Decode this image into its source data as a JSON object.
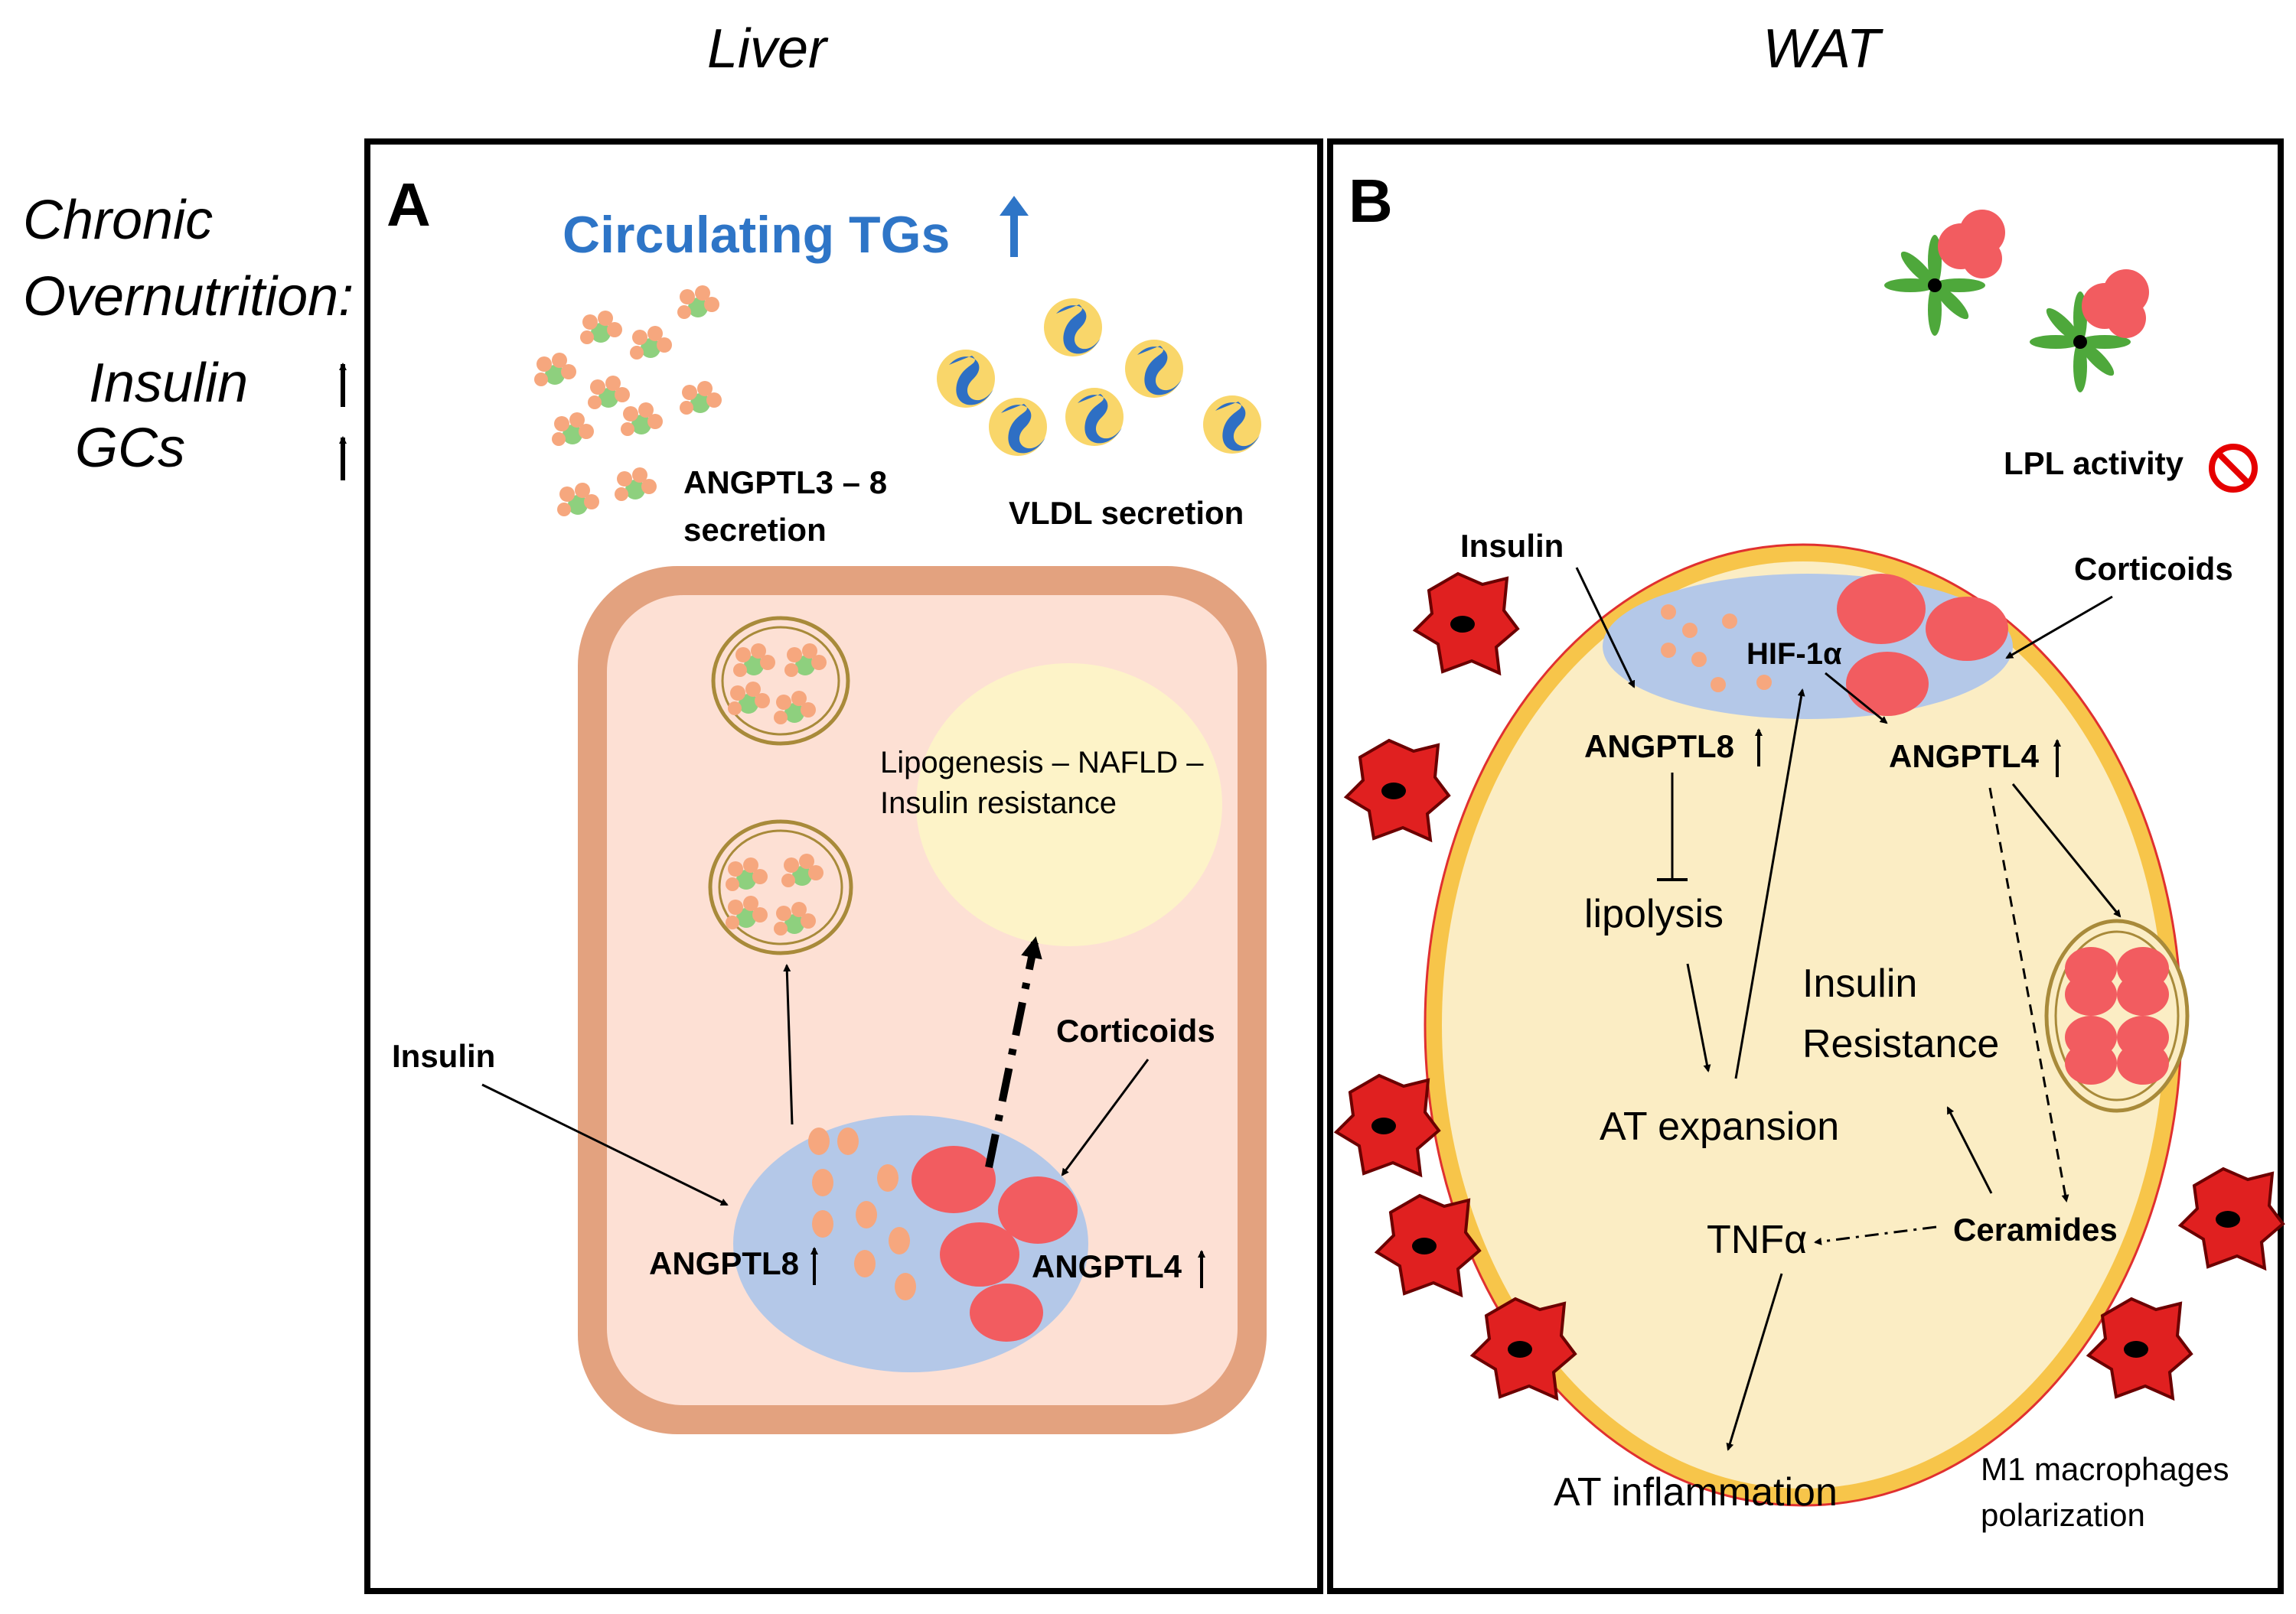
{
  "columns": {
    "liver": "Liver",
    "wat": "WAT"
  },
  "side": {
    "condition_line1": "Chronic",
    "condition_line2": "Overnutrition:",
    "insulin": "Insulin",
    "gcs": "GCs"
  },
  "panel_a": {
    "letter": "A",
    "circulating": "Circulating TGs",
    "angptl38_line1": "ANGPTL3 – 8",
    "angptl38_line2": "secretion",
    "vldl": "VLDL secretion",
    "lipo_line1": "Lipogenesis – NAFLD –",
    "lipo_line2": "Insulin resistance",
    "insulin": "Insulin",
    "corticoids": "Corticoids",
    "angptl8": "ANGPTL8",
    "angptl4": "ANGPTL4"
  },
  "panel_b": {
    "letter": "B",
    "lpl": "LPL activity",
    "insulin": "Insulin",
    "corticoids": "Corticoids",
    "hif": "HIF-1α",
    "angptl8": "ANGPTL8",
    "angptl4": "ANGPTL4",
    "lipolysis": "lipolysis",
    "ir_line1": "Insulin",
    "ir_line2": "Resistance",
    "at_expansion": "AT expansion",
    "tnf": "TNFα",
    "ceramides": "Ceramides",
    "at_inflammation": "AT inflammation",
    "m1_line1": "M1 macrophages",
    "m1_line2": "polarization"
  },
  "colors": {
    "blue_accent": "#2e75c7",
    "membrane": "#e3a27f",
    "cytoplasm": "#fde0d4",
    "nucleus": "#b4c8e8",
    "lipid": "#f25c60",
    "adipocyte": "#fbedc4",
    "adipocyte_rim": "#f7c54a",
    "macrophage": "#e02020",
    "green": "#4ea83b"
  }
}
